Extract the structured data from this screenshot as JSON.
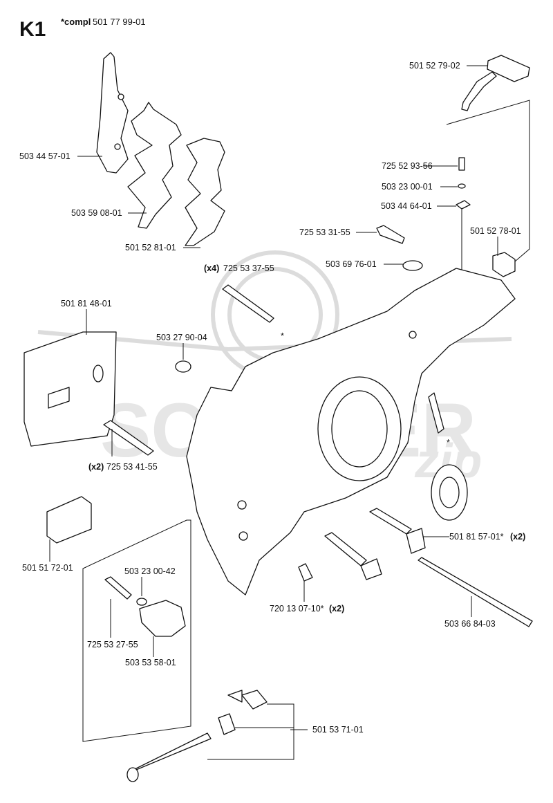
{
  "header": {
    "page_code": "K1",
    "compl_prefix": "*compl",
    "compl_number": "501 77 99-01"
  },
  "watermark": {
    "text": "SCOOTER",
    "script": "zip"
  },
  "parts": [
    {
      "id": "p1",
      "label": "501 52 79-02",
      "qty": ""
    },
    {
      "id": "p2",
      "label": "503 44 57-01",
      "qty": ""
    },
    {
      "id": "p3",
      "label": "725 52 93-56",
      "qty": ""
    },
    {
      "id": "p4",
      "label": "503 23 00-01",
      "qty": ""
    },
    {
      "id": "p5",
      "label": "503 44 64-01",
      "qty": ""
    },
    {
      "id": "p6",
      "label": "503 59 08-01",
      "qty": ""
    },
    {
      "id": "p7",
      "label": "725 53 31-55",
      "qty": ""
    },
    {
      "id": "p8",
      "label": "501 52 78-01",
      "qty": ""
    },
    {
      "id": "p9",
      "label": "501 52 81-01",
      "qty": ""
    },
    {
      "id": "p10",
      "label": "503 69 76-01",
      "qty": ""
    },
    {
      "id": "p11",
      "label": "725 53 37-55",
      "qty": "(x4)"
    },
    {
      "id": "p12",
      "label": "501 81 48-01",
      "qty": ""
    },
    {
      "id": "p13",
      "label": "503 27 90-04",
      "qty": ""
    },
    {
      "id": "p14",
      "label": "725 53 41-55",
      "qty": "(x2)"
    },
    {
      "id": "p15",
      "label": "501 81 57-01*",
      "qty": "(x2)"
    },
    {
      "id": "p16",
      "label": "501 51 72-01",
      "qty": ""
    },
    {
      "id": "p17",
      "label": "503 23 00-42",
      "qty": ""
    },
    {
      "id": "p18",
      "label": "720 13 07-10*",
      "qty": "(x2)"
    },
    {
      "id": "p19",
      "label": "725 53 27-55",
      "qty": ""
    },
    {
      "id": "p20",
      "label": "503 66 84-03",
      "qty": ""
    },
    {
      "id": "p21",
      "label": "503 53 58-01",
      "qty": ""
    },
    {
      "id": "p22",
      "label": "501 53 71-01",
      "qty": ""
    }
  ],
  "asterisk_marks": [
    "*",
    "*"
  ],
  "colors": {
    "ink": "#111111",
    "watermark": "#dcdcdc",
    "background": "#ffffff"
  }
}
